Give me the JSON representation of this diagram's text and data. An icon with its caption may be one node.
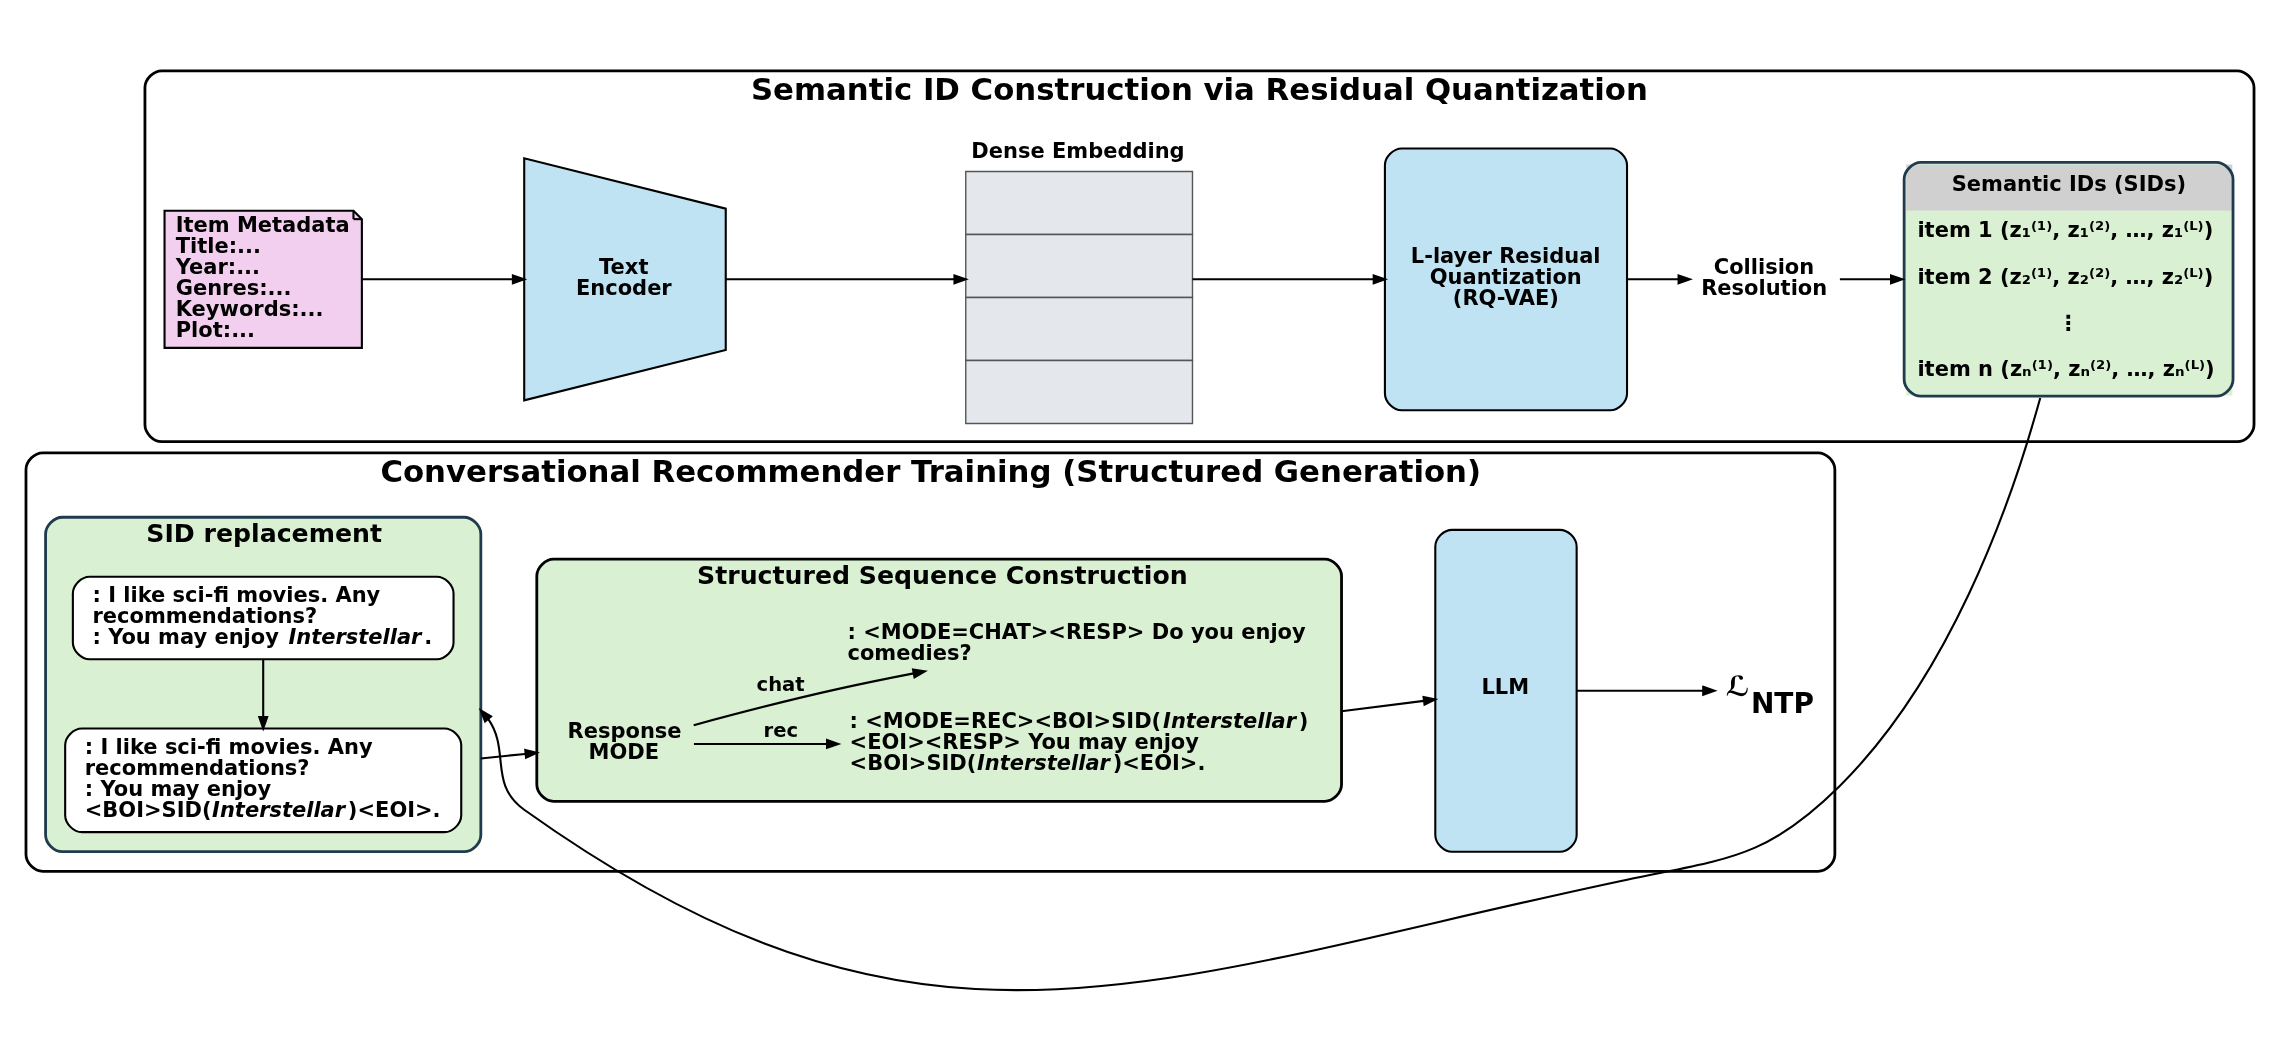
{
  "diagram": {
    "nodes": [
      {
        "text": [
          "Semantic ID Construction via Residual Quantization"
        ]
      },
      {
        "text": [
          "Item Metadata",
          "Title:... Year:... Genres:... Keywords:... Plot:..."
        ],
        "in": 0
      },
      {
        "text": [
          "Text Encoder"
        ],
        "in": 0
      },
      {
        "text": [
          "Dense Embedding"
        ],
        "in": 0
      },
      {
        "text": [
          "L-layer Residual Quantization (RQ-VAE)"
        ],
        "in": 0
      },
      {
        "text": [
          "Collision Resolution"
        ],
        "in": 0
      },
      {
        "text": [
          "Semantic IDs (SIDs)",
          "item 1 (z₁⁽¹⁾, z₁⁽²⁾, …, z₁⁽ᴸ⁾)",
          "item 2 (z₂⁽¹⁾, z₂⁽²⁾, …, z₂⁽ᴸ⁾)",
          "⋮",
          "item n (zₙ⁽¹⁾, zₙ⁽²⁾, …, zₙ⁽ᴸ⁾)"
        ],
        "in": 0
      },
      {
        "text": [
          "Conversational Recommender Training (Structured Generation)"
        ]
      },
      {
        "text": [
          "SID replacement"
        ],
        "in": 7
      },
      {
        "text": [
          ": I like sci-fi movies. Any recommendations?",
          ": You may enjoy *Interstellar*."
        ],
        "in": 8
      },
      {
        "text": [
          ": I like sci-fi movies. Any recommendations?",
          ": You may enjoy <BOI>SID(*Interstellar*)<EOI>."
        ],
        "in": 8
      },
      {
        "text": [
          "Structured Sequence Construction"
        ],
        "in": 7
      },
      {
        "text": [
          "Response MODE"
        ],
        "in": 11
      },
      {
        "text": [
          ": <MODE=CHAT><RESP> Do you enjoy comedies?"
        ],
        "in": 11
      },
      {
        "text": [
          ": <MODE=REC><BOI>SID(*Interstellar*) <EOI><RESP> You may enjoy <BOI>SID(*Interstellar*)<EOI>."
        ],
        "in": 11
      },
      {
        "text": [
          "LLM"
        ],
        "in": 7
      },
      {
        "text": [
          "ℒ$_{NTP}$"
        ],
        "in": 7
      }
    ],
    "edges": [
      {
        "from": 1,
        "to": 2,
        "arrow": "to"
      },
      {
        "from": 2,
        "to": 3,
        "arrow": "to"
      },
      {
        "from": 3,
        "to": 4,
        "arrow": "to"
      },
      {
        "from": 4,
        "to": 5,
        "arrow": "to"
      },
      {
        "from": 5,
        "to": 6,
        "arrow": "to"
      },
      {
        "from": 6,
        "to": 8,
        "arrow": "to"
      },
      {
        "from": 9,
        "to": 10,
        "arrow": "to"
      },
      {
        "from": 8,
        "to": 11,
        "arrow": "to"
      },
      {
        "from": 12,
        "to": 13,
        "label": "chat",
        "arrow": "to"
      },
      {
        "from": 12,
        "to": 14,
        "label": "rec",
        "arrow": "to"
      },
      {
        "from": 11,
        "to": 15,
        "arrow": "to"
      },
      {
        "from": 15,
        "to": 16,
        "arrow": "to"
      }
    ]
  }
}
